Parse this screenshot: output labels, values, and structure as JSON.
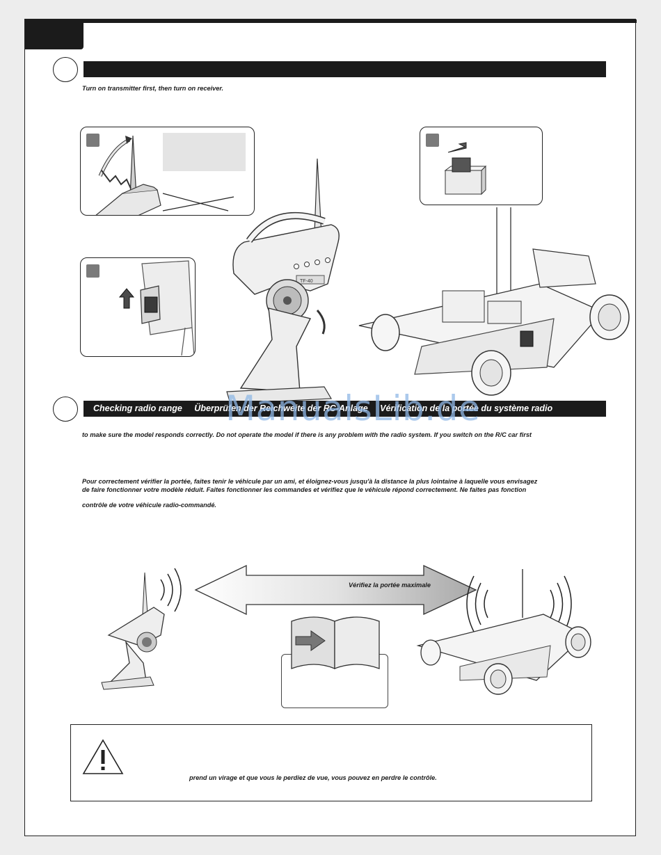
{
  "section1": {
    "instruction": "Turn on transmitter first, then turn on receiver.",
    "transmitter_model": "TF-40"
  },
  "section2": {
    "titles": [
      "Checking radio range",
      "Überprüfen der Reichweite der RC-Anlage",
      "Vérification de la portée du système radio"
    ],
    "text_en": "to make sure the model responds correctly. Do not operate the model if there is any problem with the radio system. If you switch on the R/C car first",
    "text_fr_1": "Pour correctement vérifier la portée, faites tenir le véhicule par un ami, et éloignez-vous jusqu'à la distance la plus lointaine à laquelle vous envisagez",
    "text_fr_2": "de faire fonctionner votre modèle réduit. Faites fonctionner les commandes et vérifiez que le véhicule répond correctement. Ne faites pas fonction",
    "text_fr_3": "contrôle de votre véhicule radio-commandé.",
    "arrow_label": "Vérifiez la portée maximale"
  },
  "warning": {
    "text": "prend un virage et que vous le perdiez de vue, vous pouvez en perdre le contrôle."
  },
  "watermark": "ManualsLib.de"
}
